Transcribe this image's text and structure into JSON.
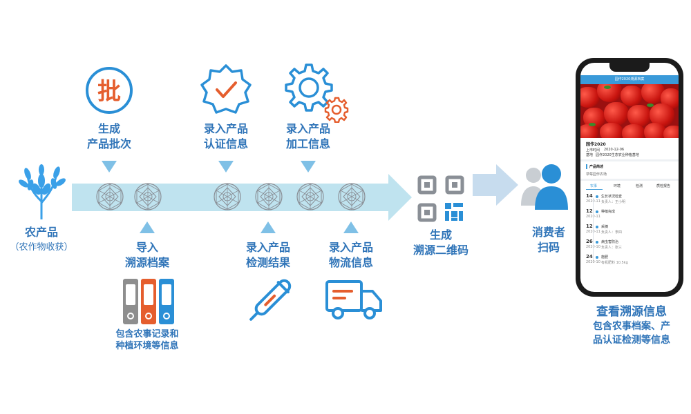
{
  "flow": {
    "origin": {
      "line1": "农产品",
      "line2": "（农作物收获）"
    },
    "steps_top": [
      {
        "id": "batch",
        "line1": "生成",
        "line2": "产品批次",
        "icon_text": "批"
      },
      {
        "id": "cert",
        "line1": "录入产品",
        "line2": "认证信息"
      },
      {
        "id": "process",
        "line1": "录入产品",
        "line2": "加工信息"
      }
    ],
    "steps_bottom": [
      {
        "id": "archive",
        "line1": "导入",
        "line2": "溯源档案",
        "note1": "包含农事记录和",
        "note2": "种植环境等信息"
      },
      {
        "id": "inspect",
        "line1": "录入产品",
        "line2": "检测结果"
      },
      {
        "id": "logistics",
        "line1": "录入产品",
        "line2": "物流信息"
      }
    ],
    "qr": {
      "line1": "生成",
      "line2": "溯源二维码"
    },
    "consumer": {
      "line1": "消费者",
      "line2": "扫码"
    },
    "result": {
      "title": "查看溯源信息",
      "line1": "包含农事档案、产",
      "line2": "品认证检测等信息"
    }
  },
  "phone": {
    "app_title": "园作2020溯源档案",
    "product_name": "园作2020",
    "meta1": "上市时间",
    "meta1_value": "2020-12-06",
    "meta2": "基地",
    "meta2_value": "园作2020生态农业种植基地",
    "section": "产品简述",
    "section_desc": "草莓园作农场",
    "tabs": [
      "农事",
      "环境",
      "检测",
      "质检报告"
    ],
    "timeline": [
      {
        "day": "14",
        "title": "生长状况检查",
        "sub1": "2020-11",
        "sub2": "负责人：王小明"
      },
      {
        "day": "12",
        "title": "种植完成",
        "sub1": "2020-11",
        "sub2": ""
      },
      {
        "day": "12",
        "title": "采摘",
        "sub1": "2020-11",
        "sub2": "负责人：李四"
      },
      {
        "day": "26",
        "title": "病虫害防治",
        "sub1": "2020-10",
        "sub2": "负责人：张三"
      },
      {
        "day": "24",
        "title": "施肥",
        "sub1": "2020-10",
        "sub2": "有机肥料  10.5kg"
      }
    ]
  },
  "colors": {
    "accent": "#2f74b8",
    "icon_blue": "#2a8fd6",
    "orange": "#e55e2e",
    "arrow": "#bfe3ef",
    "triangle": "#7fc0e6"
  }
}
